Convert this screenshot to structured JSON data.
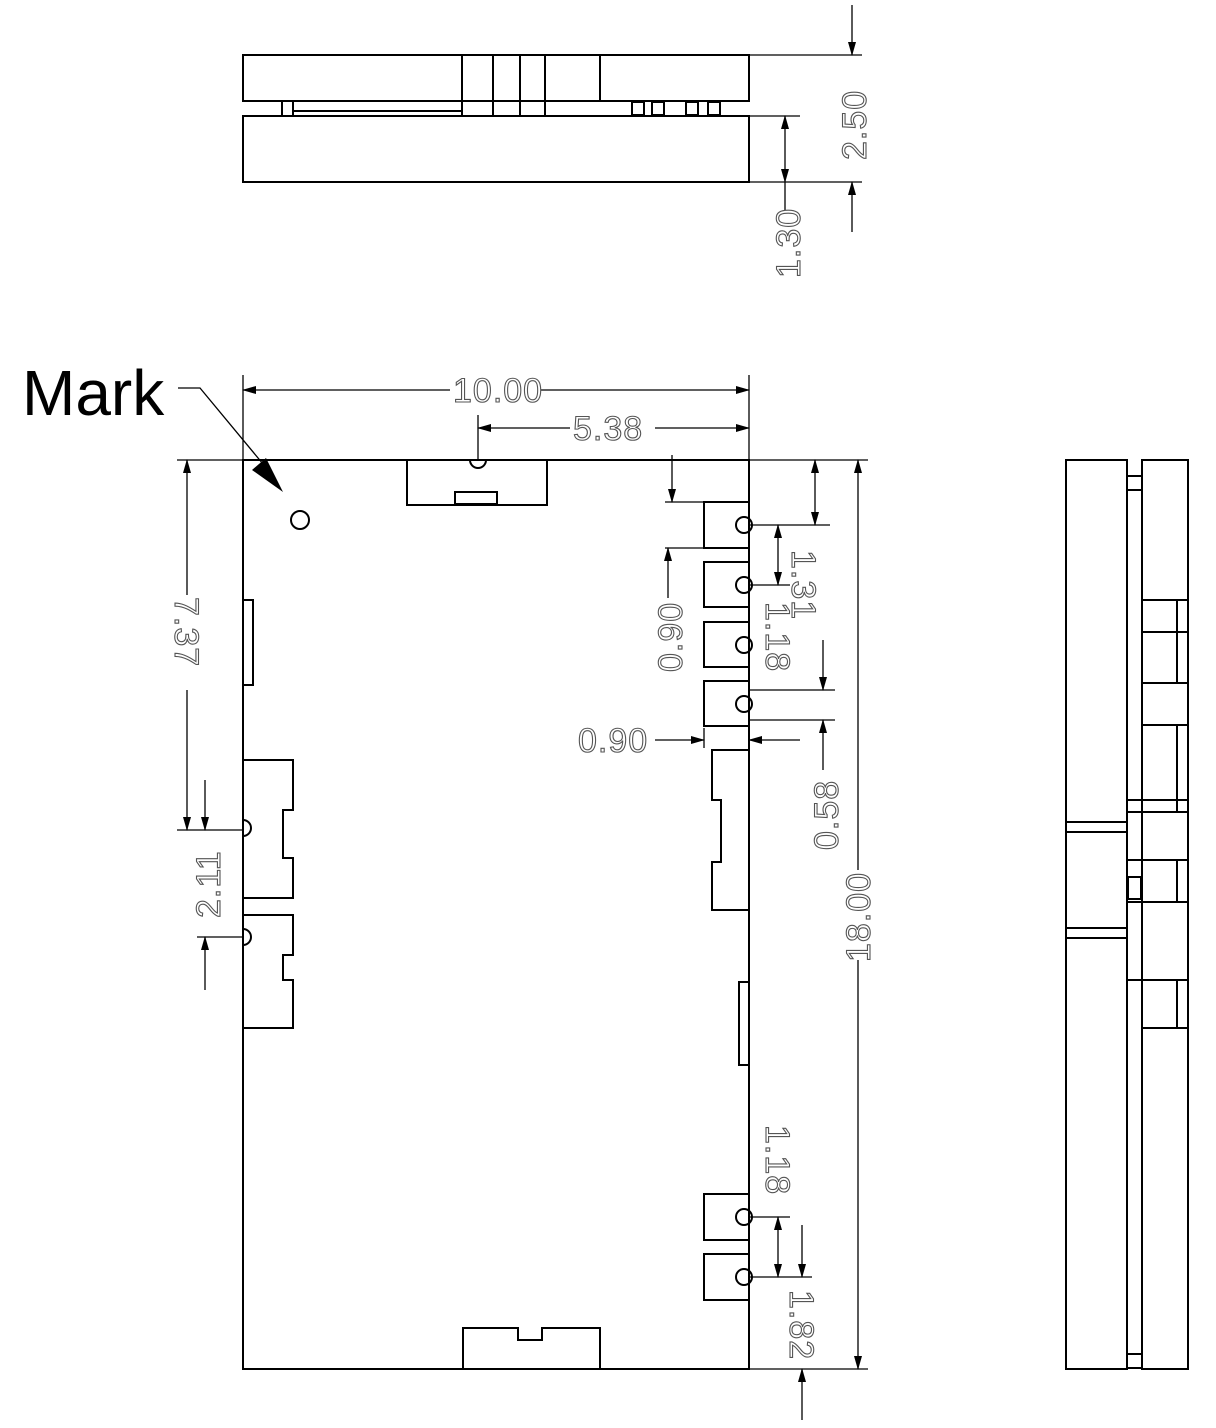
{
  "mark_label": "Mark",
  "top_view": {
    "dims": {
      "total_height": "2.50",
      "base_height": "1.30"
    }
  },
  "main_view": {
    "dims": {
      "width": "10.00",
      "connector_offset": "5.38",
      "length": "18.00",
      "left_connector_offset": "7.37",
      "left_pitch": "2.11",
      "right_top_offset": "1.31",
      "right_pitch": "1.18",
      "pad_height": "0.90",
      "pad_width": "0.90",
      "pad_gap": "0.58",
      "bottom_pitch": "1.18",
      "bottom_offset": "1.82"
    }
  }
}
